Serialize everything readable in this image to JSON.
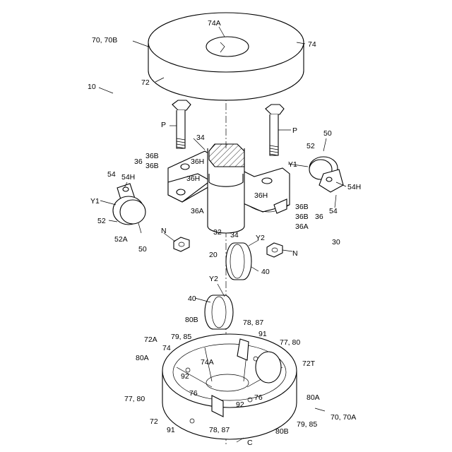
{
  "labels": {
    "ring_top_ref": "70, 70B",
    "ring_top_hole": "74A",
    "ring_top_74": "74",
    "ring_top_72": "72",
    "assembly": "10",
    "bolt_left": "P",
    "bolt_right": "P",
    "clamp_34_top": "34",
    "clamp_36": "36",
    "clamp_36b_1": "36B",
    "clamp_36b_2": "36B",
    "hole_36h_1": "36H",
    "hole_36h_2": "36H",
    "hole_36h_3": "36H",
    "hole_36a_left": "36A",
    "shaft_32": "32",
    "clamp_34_bottom": "34",
    "shaft_20": "20",
    "right_36b_1": "36B",
    "right_36b_2": "36B",
    "right_36": "36",
    "right_36a": "36A",
    "unit_30": "30",
    "plug_r_50": "50",
    "plug_r_52": "52",
    "plug_r_y1": "Y1",
    "plug_r_54h": "54H",
    "plug_r_54": "54",
    "plug_l_54": "54",
    "plug_l_54h": "54H",
    "plug_l_y1": "Y1",
    "plug_l_52": "52",
    "plug_l_52a": "52A",
    "plug_l_50": "50",
    "nut_left": "N",
    "nut_right": "N",
    "roller_y2_top": "Y2",
    "roller_40_top": "40",
    "roller_y2_bottom": "Y2",
    "roller_40_bottom": "40",
    "base_80b_top": "80B",
    "base_78_87_top": "78, 87",
    "base_91_top": "91",
    "base_72a": "72A",
    "base_79_85_top": "79, 85",
    "base_74": "74",
    "base_77_80_top": "77, 80",
    "base_80a_left": "80A",
    "base_72t": "72T",
    "base_92_left": "92",
    "base_74a": "74A",
    "base_76_left": "76",
    "base_80a_right": "80A",
    "base_76_right": "76",
    "base_77_80_bottom": "77, 80",
    "base_92_bottom": "92",
    "base_72": "72",
    "base_91_bottom": "91",
    "base_78_87_bottom": "78, 87",
    "base_80b_bottom": "80B",
    "base_79_85_bottom": "79, 85",
    "base_ref": "70, 70A",
    "axis_c": "C"
  }
}
